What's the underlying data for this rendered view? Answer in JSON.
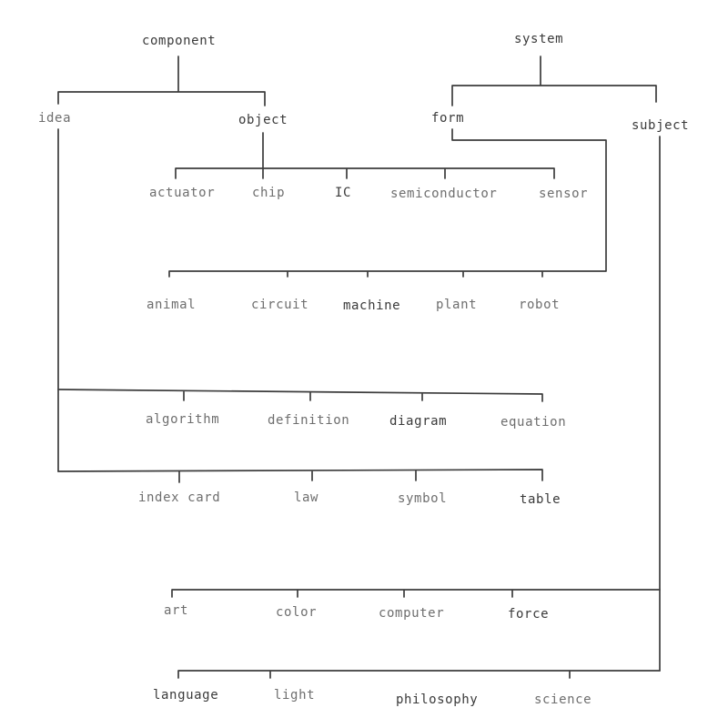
{
  "nodes": {
    "component": "component",
    "system": "system",
    "idea": "idea",
    "object": "object",
    "form": "form",
    "subject": "subject",
    "actuator": "actuator",
    "chip": "chip",
    "ic": "IC",
    "semiconductor": "semiconductor",
    "sensor": "sensor",
    "animal": "animal",
    "circuit": "circuit",
    "machine": "machine",
    "plant": "plant",
    "robot": "robot",
    "algorithm": "algorithm",
    "definition": "definition",
    "diagram": "diagram",
    "equation": "equation",
    "index_card": "index card",
    "law": "law",
    "symbol": "symbol",
    "table": "table",
    "art": "art",
    "color": "color",
    "computer": "computer",
    "force": "force",
    "language": "language",
    "light": "light",
    "philosophy": "philosophy",
    "science": "science"
  },
  "colors": {
    "line": "#3c3c3c",
    "text": "#6e6e6e",
    "text_dark": "#3a3a3a"
  }
}
